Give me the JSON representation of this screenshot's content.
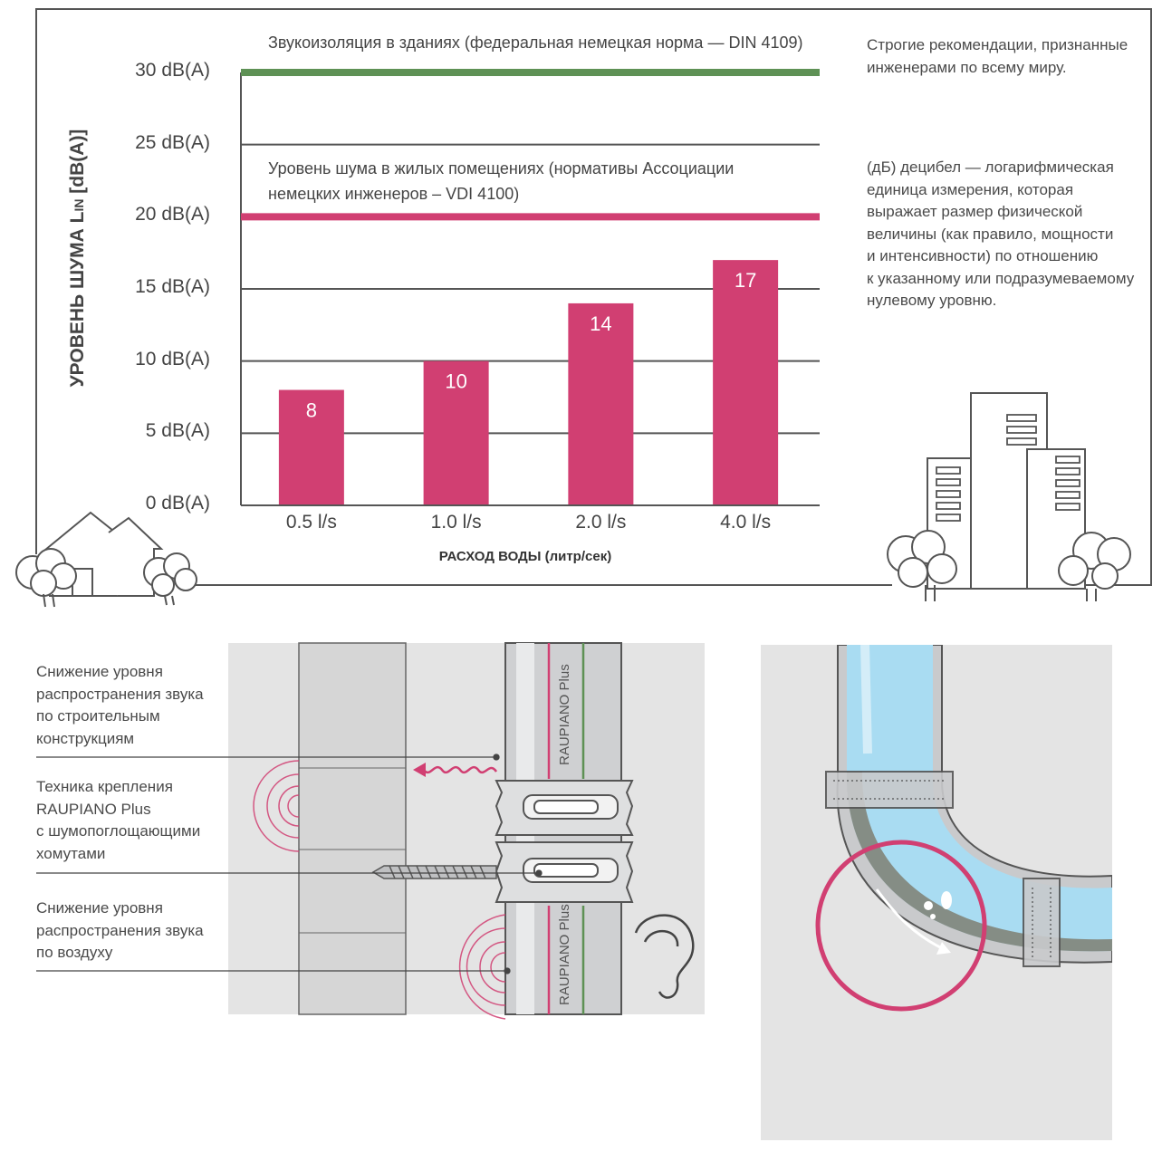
{
  "chart_data": {
    "type": "bar",
    "categories": [
      "0.5 l/s",
      "1.0 l/s",
      "2.0 l/s",
      "4.0 l/s"
    ],
    "values": [
      8,
      10,
      14,
      17
    ],
    "data_labels": [
      "8",
      "10",
      "14",
      "17"
    ],
    "ylabel_main": "УРОВЕНЬ ШУМА L",
    "ylabel_sub": "IN",
    "ylabel_unit": " [dB(A)]",
    "xlabel": "РАСХОД ВОДЫ (литр/сек)",
    "ylim": [
      0,
      30
    ],
    "yticks": [
      0,
      5,
      10,
      15,
      20,
      25,
      30
    ],
    "ytick_labels": [
      "0 dB(A)",
      "5 dB(A)",
      "10 dB(A)",
      "15 dB(A)",
      "20 dB(A)",
      "25 dB(A)",
      "30 dB(A)"
    ],
    "grid": true,
    "reference_lines": [
      {
        "value": 30,
        "label": "Звукоизоляция в зданиях (федеральная немецкая норма — DIN 4109)",
        "color": "#5e9155"
      },
      {
        "value": 20,
        "label": "Уровень шума в жилых помещениях (нормативы Ассоциации немецких инженеров – VDI 4100)",
        "color": "#d13f72"
      }
    ],
    "bar_color": "#d13f72"
  },
  "ref_labels": {
    "din_label": "Звукоизоляция в зданиях (федеральная немецкая норма — DIN 4109)",
    "vdi_line1": "Уровень шума в жилых помещениях (нормативы Ассоциации",
    "vdi_line2": "немецких инженеров – VDI 4100)"
  },
  "notes": {
    "note1_line1": "Строгие рекомендации, признанные",
    "note1_line2": "инженерами по всему миру.",
    "note2_lines": [
      "(дБ) децибел — логарифмическая",
      "единица измерения, которая",
      "выражает размер физической",
      "величины (как правило, мощности",
      "и интенсивности) по отношению",
      "к указанному или подразумеваемому",
      "нулевому уровню."
    ]
  },
  "callouts": {
    "c1": [
      "Снижение уровня",
      "распространения звука",
      "по строительным",
      "конструкциям"
    ],
    "c2": [
      "Техника крепления",
      "RAUPIANO Plus",
      "с шумопоглощающими",
      "хомутами"
    ],
    "c3": [
      "Снижение уровня",
      "распространения звука",
      "по воздуху"
    ]
  },
  "pipe_text": "RAUPIANO Plus",
  "colors": {
    "accent_pink": "#d13f72",
    "accent_green": "#5e9155",
    "grid": "#555555",
    "panel_gray": "#e4e4e4",
    "water": "#a9dcf2"
  }
}
